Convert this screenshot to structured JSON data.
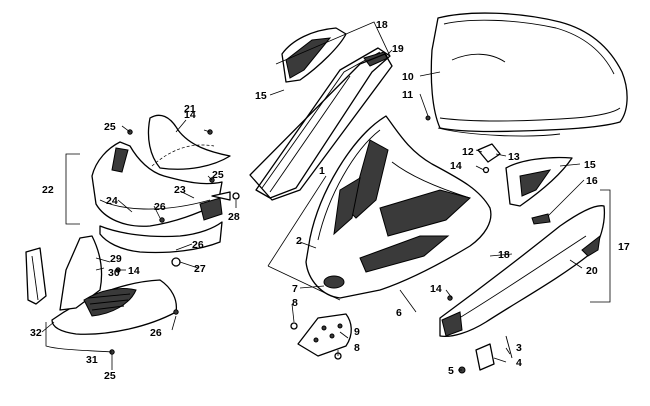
{
  "callouts": [
    {
      "id": "c1",
      "text": "1"
    },
    {
      "id": "c2",
      "text": "2"
    },
    {
      "id": "c3",
      "text": "3"
    },
    {
      "id": "c4",
      "text": "4"
    },
    {
      "id": "c5",
      "text": "5"
    },
    {
      "id": "c6",
      "text": "6"
    },
    {
      "id": "c7",
      "text": "7"
    },
    {
      "id": "c8a",
      "text": "8"
    },
    {
      "id": "c8b",
      "text": "8"
    },
    {
      "id": "c9",
      "text": "9"
    },
    {
      "id": "c10",
      "text": "10"
    },
    {
      "id": "c11",
      "text": "11"
    },
    {
      "id": "c12",
      "text": "12"
    },
    {
      "id": "c13",
      "text": "13"
    },
    {
      "id": "c14a",
      "text": "14"
    },
    {
      "id": "c14b",
      "text": "14"
    },
    {
      "id": "c14c",
      "text": "14"
    },
    {
      "id": "c14d",
      "text": "14"
    },
    {
      "id": "c15a",
      "text": "15"
    },
    {
      "id": "c15b",
      "text": "15"
    },
    {
      "id": "c16",
      "text": "16"
    },
    {
      "id": "c17",
      "text": "17"
    },
    {
      "id": "c18a",
      "text": "18"
    },
    {
      "id": "c18b",
      "text": "18"
    },
    {
      "id": "c19",
      "text": "19"
    },
    {
      "id": "c20",
      "text": "20"
    },
    {
      "id": "c21",
      "text": "21"
    },
    {
      "id": "c22",
      "text": "22"
    },
    {
      "id": "c23",
      "text": "23"
    },
    {
      "id": "c24",
      "text": "24"
    },
    {
      "id": "c25a",
      "text": "25"
    },
    {
      "id": "c25b",
      "text": "25"
    },
    {
      "id": "c25c",
      "text": "25"
    },
    {
      "id": "c26a",
      "text": "26"
    },
    {
      "id": "c26b",
      "text": "26"
    },
    {
      "id": "c26c",
      "text": "26"
    },
    {
      "id": "c27",
      "text": "27"
    },
    {
      "id": "c28",
      "text": "28"
    },
    {
      "id": "c29",
      "text": "29"
    },
    {
      "id": "c30",
      "text": "30"
    },
    {
      "id": "c31",
      "text": "31"
    },
    {
      "id": "c32",
      "text": "32"
    }
  ]
}
